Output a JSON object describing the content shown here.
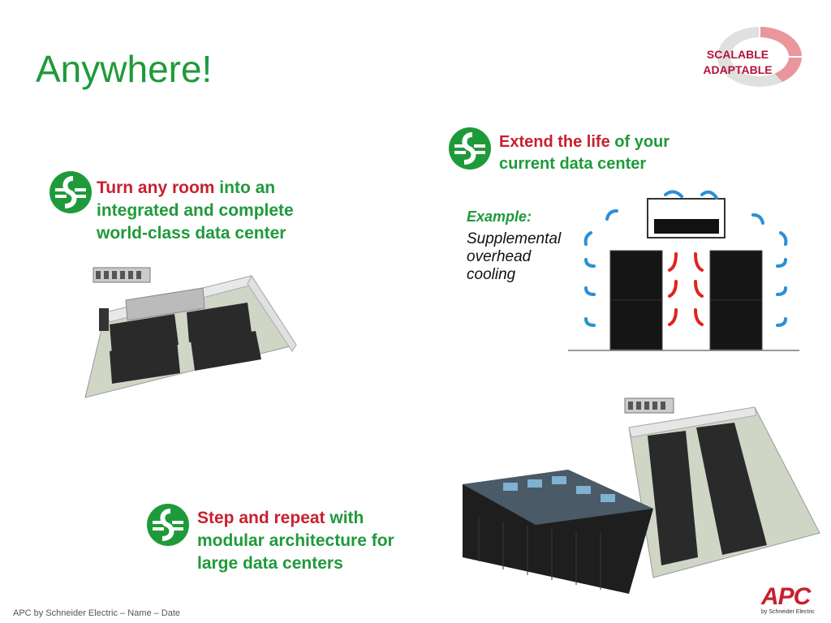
{
  "title": "Anywhere!",
  "badge": {
    "line1": "SCALABLE",
    "line2": "ADAPTABLE"
  },
  "block1": {
    "highlight": "Turn any room",
    "rest_line1": " into an",
    "line2": "integrated and complete",
    "line3": "world-class data center"
  },
  "block2": {
    "highlight": "Extend the life",
    "rest_line1": " of your",
    "line2": "current data center"
  },
  "example": {
    "label": "Example:",
    "desc_line1": "Supplemental",
    "desc_line2": "overhead",
    "desc_line3": "cooling"
  },
  "block3": {
    "highlight": "Step and repeat",
    "rest_line1": " with",
    "line2": "modular architecture for",
    "line3": "large data centers"
  },
  "footer": "APC by Schneider Electric – Name – Date",
  "logo": {
    "brand": "APC",
    "tagline": "by Schneider Electric"
  },
  "colors": {
    "green": "#1f9a3a",
    "red": "#c8202f",
    "badge": "#b3133f"
  }
}
